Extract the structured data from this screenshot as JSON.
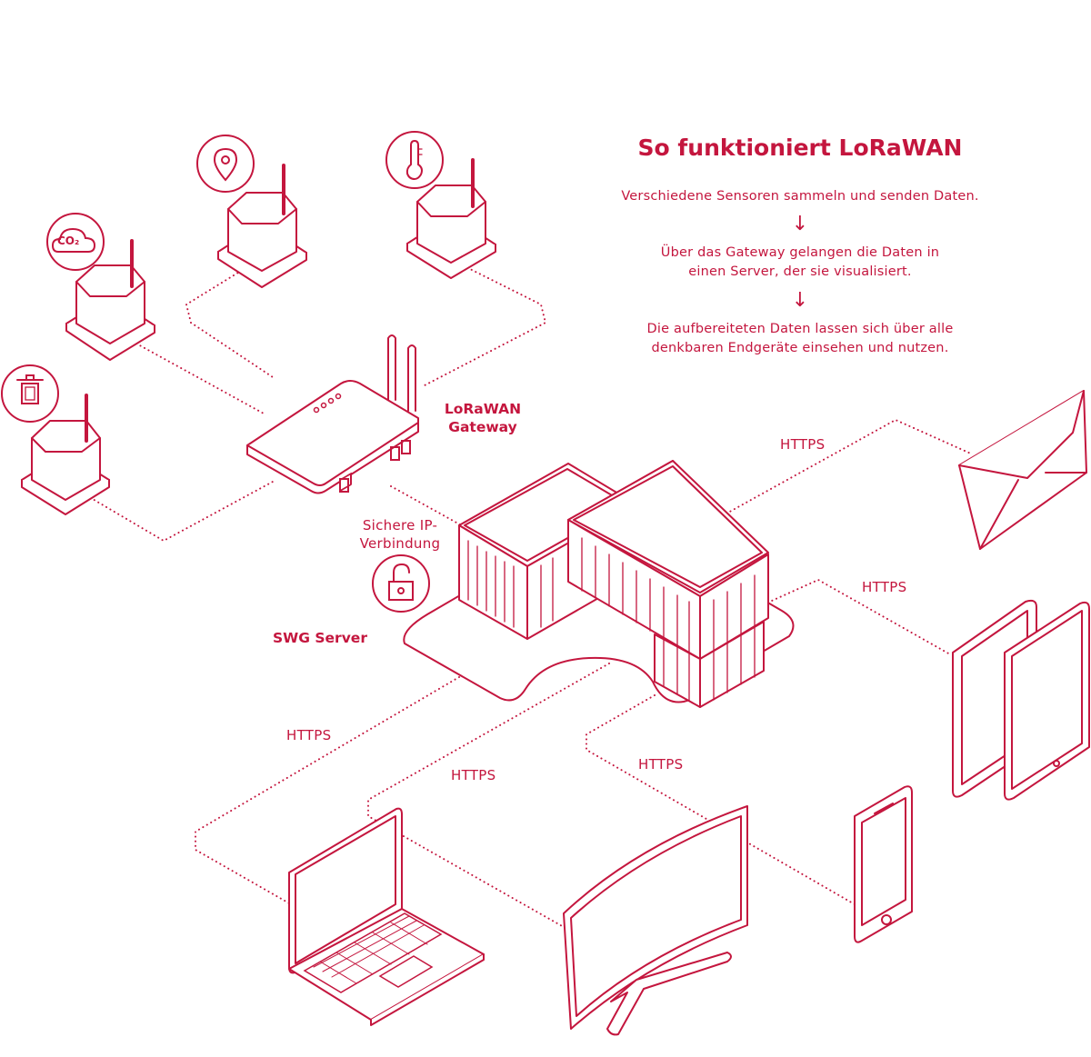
{
  "title": "So funktioniert LoRaWAN",
  "steps": [
    "Verschiedene Sensoren sammeln und senden Daten.",
    "Über das Gateway gelangen die Daten in",
    "einen Server, der sie visualisiert.",
    "Die aufbereiteten Daten lassen sich über alle",
    "denkbaren Endgeräte einsehen und nutzen."
  ],
  "arrow": "↓",
  "gateway": {
    "line1": "LoRaWAN",
    "line2": "Gateway"
  },
  "secure": {
    "line1": "Sichere IP-",
    "line2": "Verbindung"
  },
  "server": "SWG Server",
  "https": "HTTPS",
  "co2": "CO₂",
  "icons": [
    "co2-icon",
    "location-pin-icon",
    "thermometer-icon",
    "trash-bin-icon",
    "lock-icon"
  ],
  "colors": {
    "accent": "#c4163e",
    "background": "#ffffff"
  }
}
